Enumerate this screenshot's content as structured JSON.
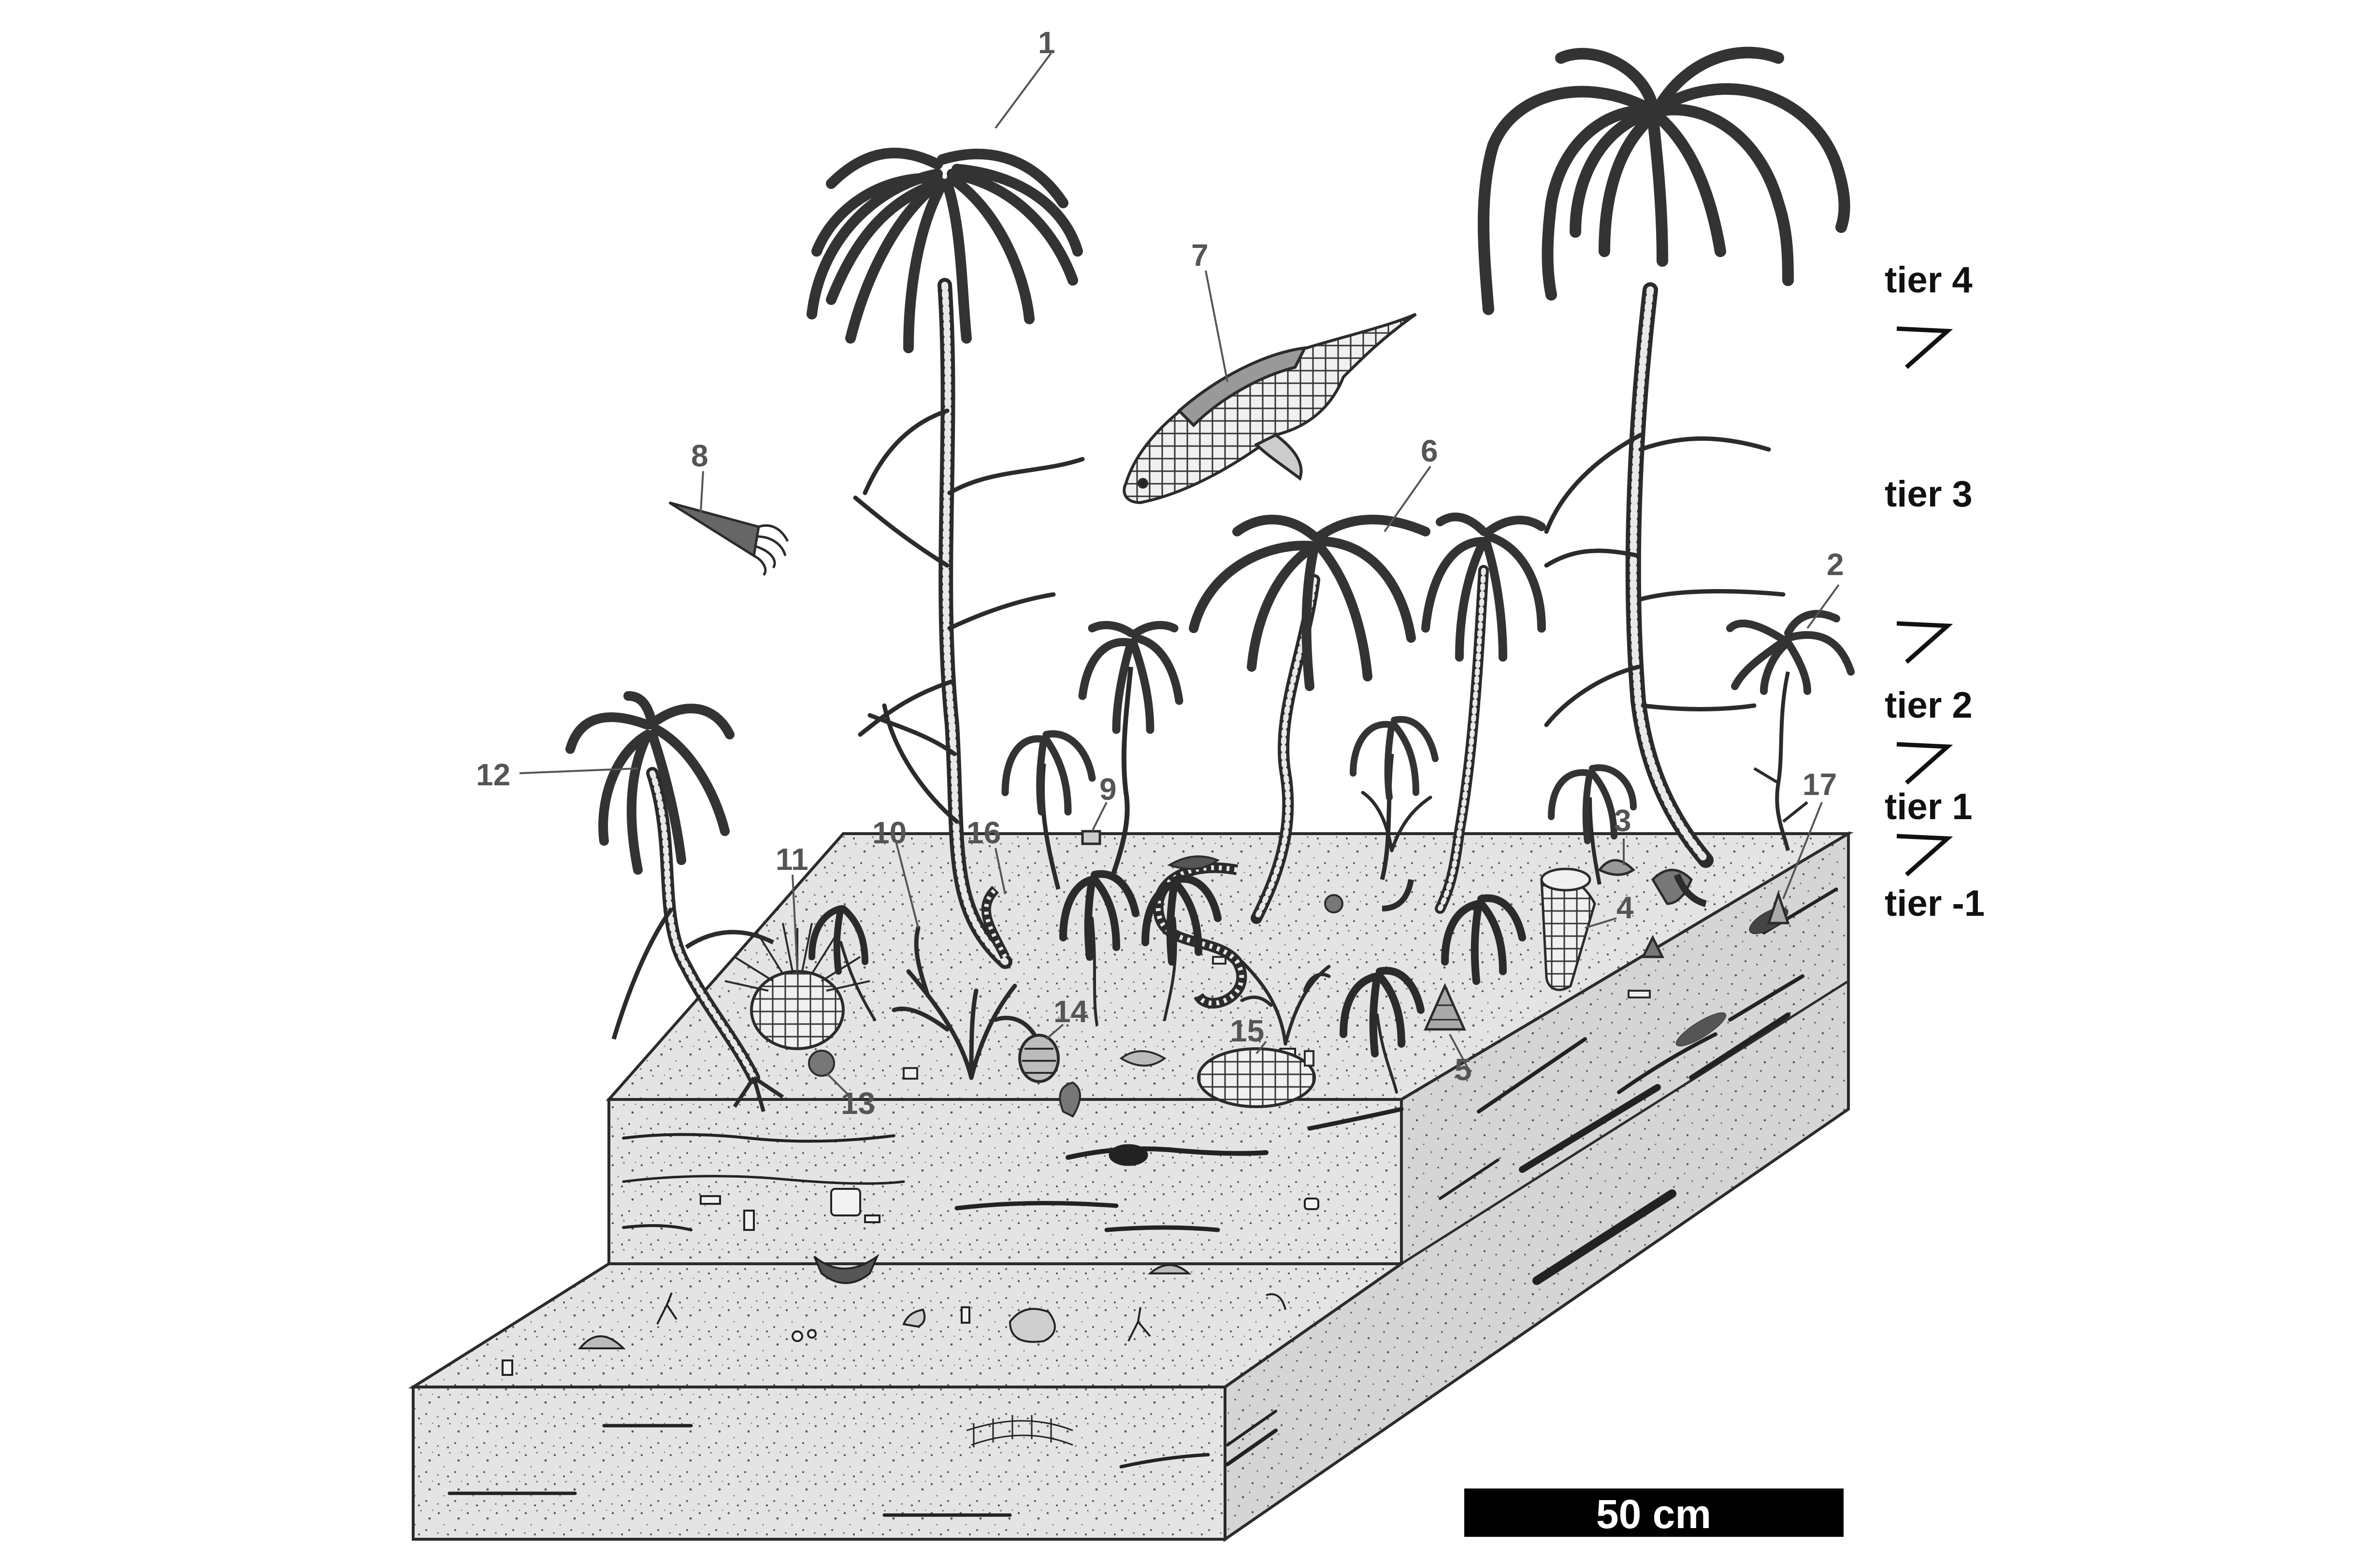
{
  "labels": {
    "n1": "1",
    "n2": "2",
    "n3": "3",
    "n4": "4",
    "n5": "5",
    "n6": "6",
    "n7": "7",
    "n8": "8",
    "n9": "9",
    "n10": "10",
    "n11": "11",
    "n12": "12",
    "n13": "13",
    "n14": "14",
    "n15": "15",
    "n16": "16",
    "n17": "17"
  },
  "tiers": {
    "t4": "tier 4",
    "t3": "tier 3",
    "t2": "tier 2",
    "t1": "tier 1",
    "tm1": "tier -1"
  },
  "scale_bar": {
    "label": "50 cm"
  },
  "colors": {
    "ink": "#2b2b2b",
    "block_fill": "#e6e6e6",
    "block_side": "#d8d8d8",
    "label_gray": "#555555"
  }
}
